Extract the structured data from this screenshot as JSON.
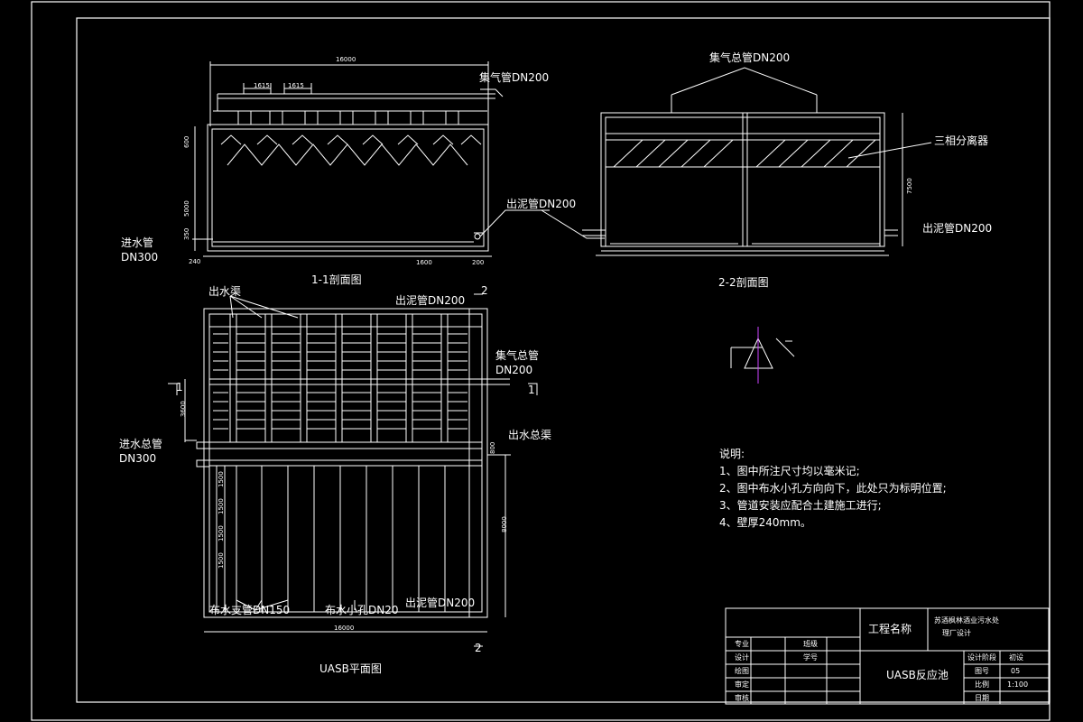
{
  "colors": {
    "background": "#000000",
    "line": "#ffffff",
    "axis_marker": "#cc44ff"
  },
  "section_1_1": {
    "title": "1-1剖面图",
    "dim_total": "16000",
    "dim_pitch_a": "1615",
    "dim_pitch_b": "1615",
    "gas_main": "集气管DN200",
    "sludge_pipe": "出泥管DN200",
    "inlet_pipe_line1": "进水管",
    "inlet_pipe_line2": "DN300",
    "dim_600": "600",
    "dim_5000": "5000",
    "dim_350": "350",
    "dim_240": "240",
    "dim_1600": "1600",
    "dim_200": "200"
  },
  "section_2_2": {
    "title": "2-2剖面图",
    "gas_main": "集气总管DN200",
    "separator": "三相分离器",
    "dim_7500": "7500",
    "sludge_pipe": "出泥管DN200"
  },
  "plan": {
    "title": "UASB平面图",
    "outlet_channel": "出水渠",
    "sludge_pipe_top": "出泥管DN200",
    "section_mark_2": "2",
    "gas_main_line1": "集气总管",
    "gas_main_line2": "DN200",
    "section_mark_1": "1",
    "dim_3600": "3600",
    "inlet_main_line1": "进水总管",
    "inlet_main_line2": "DN300",
    "outlet_main_channel": "出水总渠",
    "dim_800": "800",
    "dim_1500": "1500",
    "dim_8000": "8000",
    "distribution_branch": "布水支管DN150",
    "distribution_hole": "布水小孔DN20",
    "sludge_pipe_bottom": "出泥管DN200",
    "dim_16000": "16000"
  },
  "notes": {
    "heading": "说明:",
    "items": [
      "1、图中所注尺寸均以毫米记;",
      "2、图中布水小孔方向向下，此处只为标明位置;",
      "3、管道安装应配合土建施工进行;",
      "4、壁厚240mm。"
    ]
  },
  "title_block": {
    "project_label": "工程名称",
    "project_name_line1": "苏酒枫林酒业污水处",
    "project_name_line2": "理厂设计",
    "drawing_name": "UASB反应池",
    "role_major": "专业",
    "role_design": "设计",
    "role_draft": "绘图",
    "role_review": "审定",
    "role_check": "审核",
    "class_label": "班级",
    "student_id_label": "学号",
    "stage_label": "设计阶段",
    "stage_value": "初设",
    "sheet_label": "图号",
    "sheet_value": "05",
    "scale_label": "比例",
    "scale_value": "1:100",
    "date_label": "日期"
  }
}
